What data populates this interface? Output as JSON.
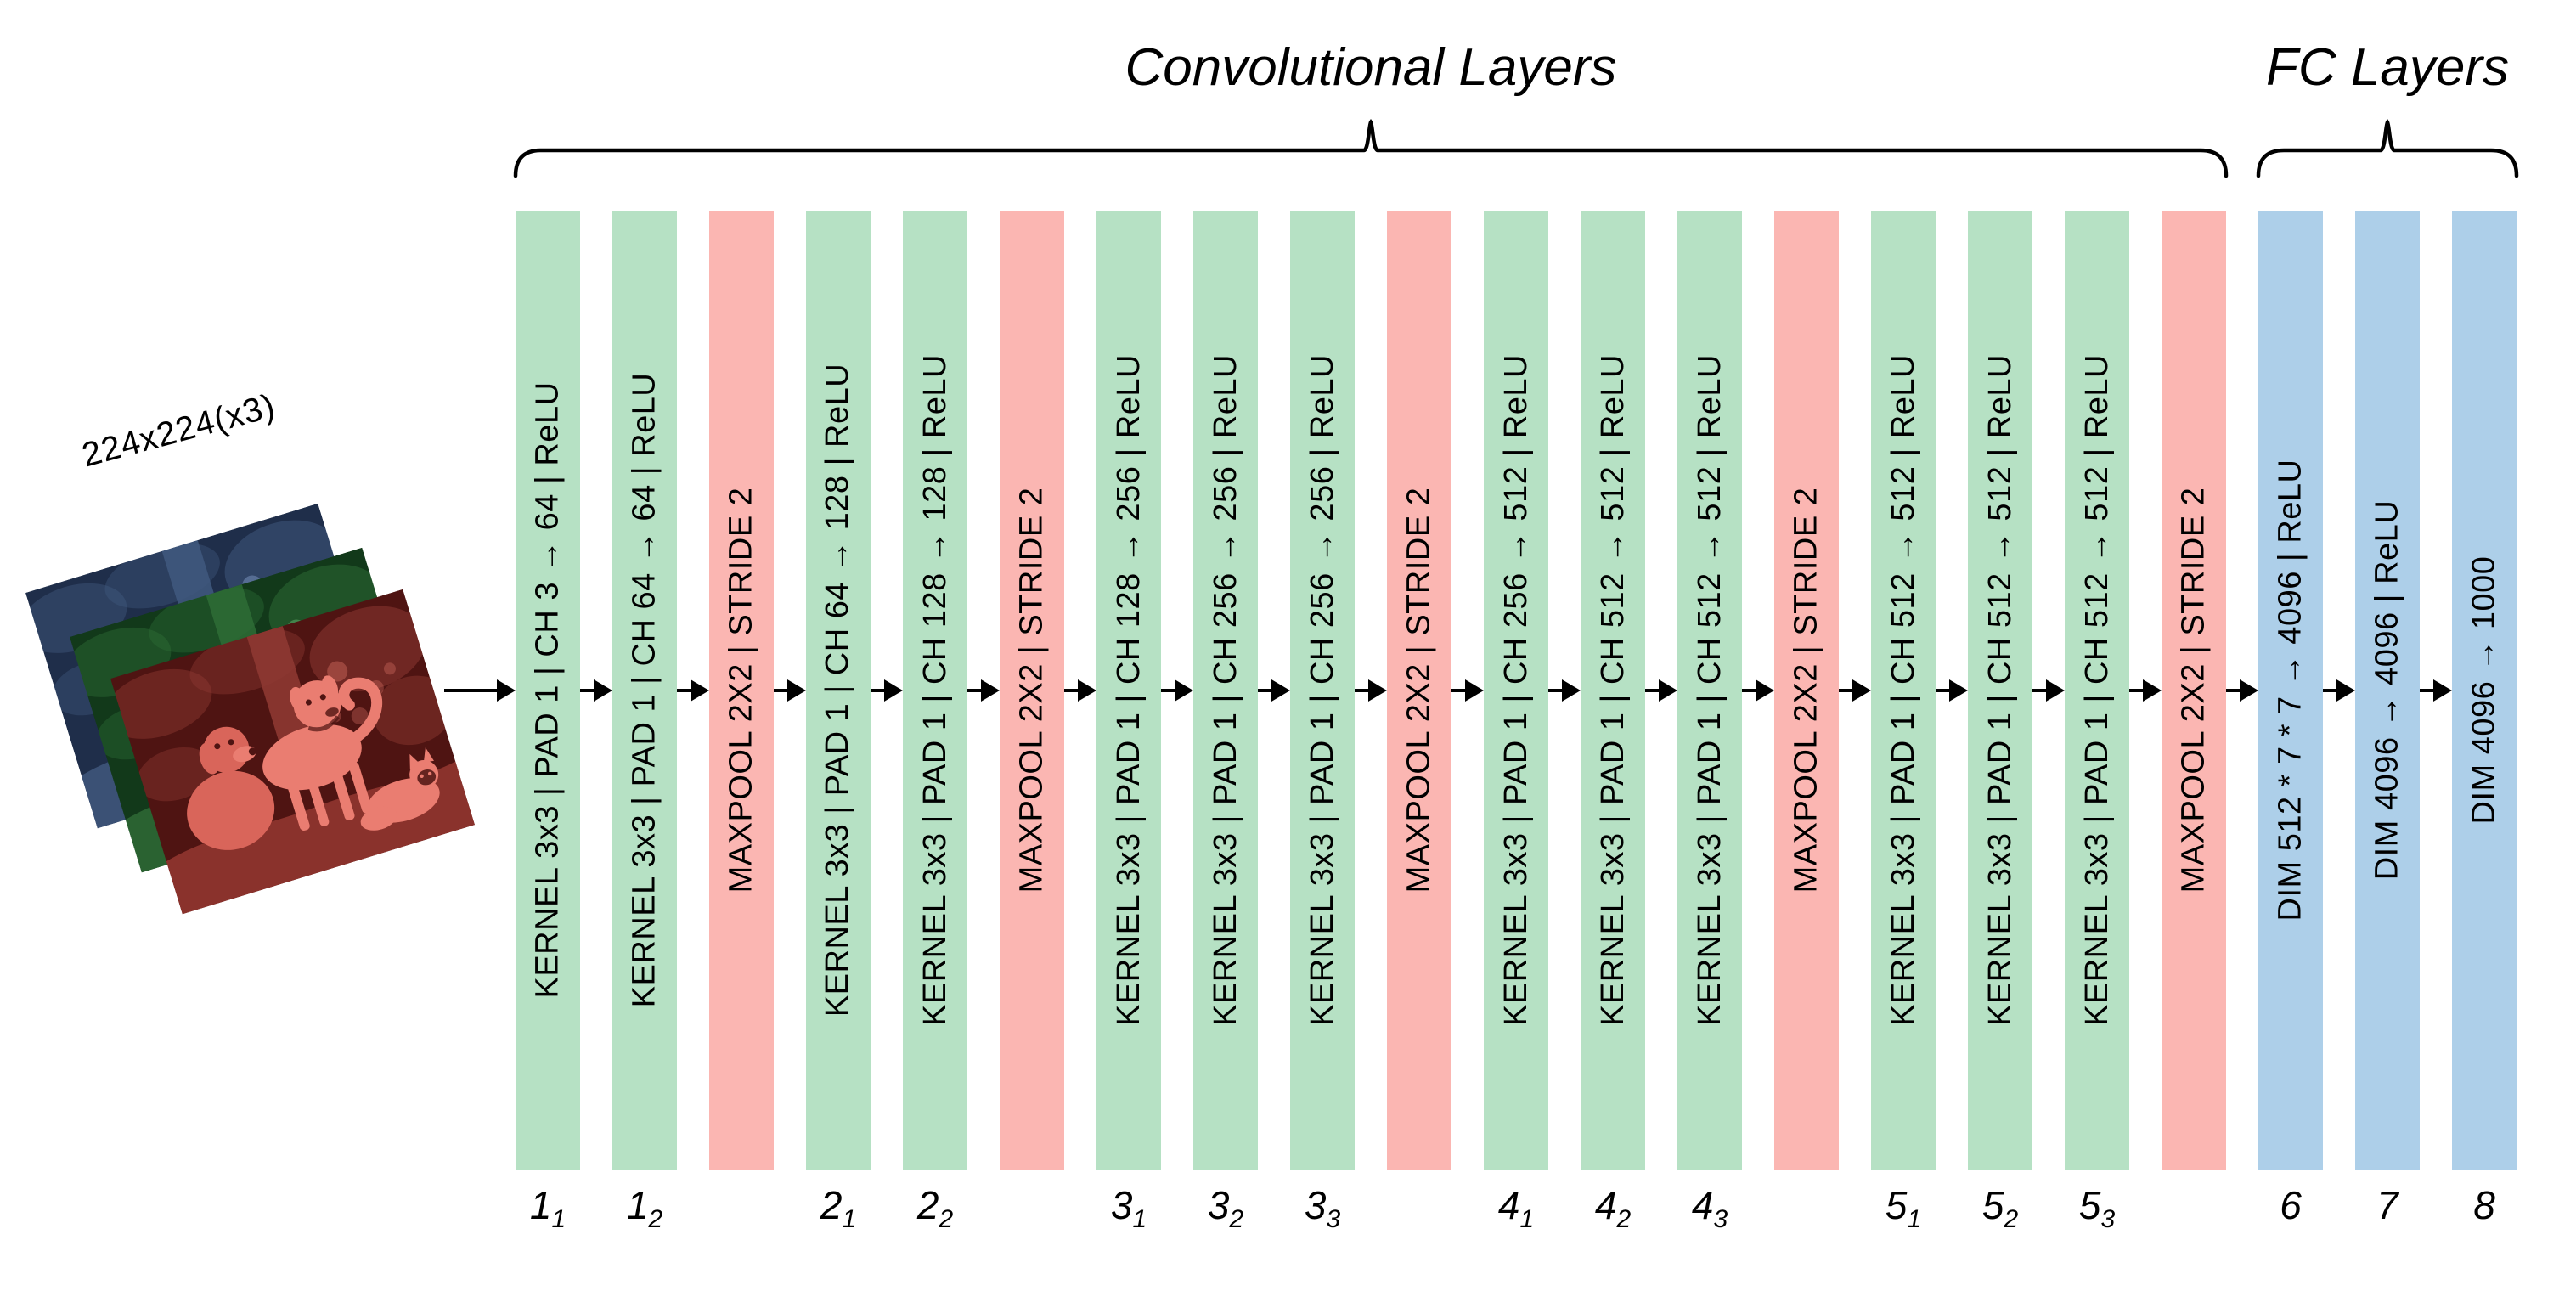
{
  "diagram": {
    "conv_section_title": "Convolutional Layers",
    "fc_section_title": "FC Layers",
    "input_label": "224x224(x3)",
    "input_channels": [
      "blue",
      "green",
      "red"
    ]
  },
  "colors": {
    "conv_layer": "#b6e1c4",
    "pool_layer": "#fbb6b2",
    "fc_layer": "#adcfe9",
    "text": "#000000",
    "background": "#ffffff"
  },
  "layers": [
    {
      "type": "conv",
      "label": "KERNEL 3x3 | PAD 1 | CH 3 → 64 | ReLU",
      "num": "1",
      "sub": "1"
    },
    {
      "type": "conv",
      "label": "KERNEL 3x3 | PAD 1 | CH 64 → 64 | ReLU",
      "num": "1",
      "sub": "2"
    },
    {
      "type": "pool",
      "label": "MAXPOOL 2X2 | STRIDE 2",
      "num": "",
      "sub": ""
    },
    {
      "type": "conv",
      "label": "KERNEL 3x3 | PAD 1 | CH 64 → 128 | ReLU",
      "num": "2",
      "sub": "1"
    },
    {
      "type": "conv",
      "label": "KERNEL 3x3 | PAD 1 | CH 128 → 128 | ReLU",
      "num": "2",
      "sub": "2"
    },
    {
      "type": "pool",
      "label": "MAXPOOL 2X2 | STRIDE 2",
      "num": "",
      "sub": ""
    },
    {
      "type": "conv",
      "label": "KERNEL 3x3 | PAD 1 | CH 128 → 256 | ReLU",
      "num": "3",
      "sub": "1"
    },
    {
      "type": "conv",
      "label": "KERNEL 3x3 | PAD 1 | CH 256 → 256 | ReLU",
      "num": "3",
      "sub": "2"
    },
    {
      "type": "conv",
      "label": "KERNEL 3x3 | PAD 1 | CH 256 → 256 | ReLU",
      "num": "3",
      "sub": "3"
    },
    {
      "type": "pool",
      "label": "MAXPOOL 2X2 | STRIDE 2",
      "num": "",
      "sub": ""
    },
    {
      "type": "conv",
      "label": "KERNEL 3x3 | PAD 1 | CH 256 → 512 | ReLU",
      "num": "4",
      "sub": "1"
    },
    {
      "type": "conv",
      "label": "KERNEL 3x3 | PAD 1 | CH 512 → 512 | ReLU",
      "num": "4",
      "sub": "2"
    },
    {
      "type": "conv",
      "label": "KERNEL 3x3 | PAD 1 | CH 512 → 512 | ReLU",
      "num": "4",
      "sub": "3"
    },
    {
      "type": "pool",
      "label": "MAXPOOL 2X2 | STRIDE 2",
      "num": "",
      "sub": ""
    },
    {
      "type": "conv",
      "label": "KERNEL 3x3 | PAD 1 | CH 512 → 512 | ReLU",
      "num": "5",
      "sub": "1"
    },
    {
      "type": "conv",
      "label": "KERNEL 3x3 | PAD 1 | CH 512 → 512 | ReLU",
      "num": "5",
      "sub": "2"
    },
    {
      "type": "conv",
      "label": "KERNEL 3x3 | PAD 1 | CH 512 → 512 | ReLU",
      "num": "5",
      "sub": "3"
    },
    {
      "type": "pool",
      "label": "MAXPOOL 2X2 | STRIDE 2",
      "num": "",
      "sub": ""
    },
    {
      "type": "fc",
      "label": "DIM 512 * 7 * 7 → 4096 | ReLU",
      "num": "6",
      "sub": ""
    },
    {
      "type": "fc",
      "label": "DIM 4096 → 4096 | ReLU",
      "num": "7",
      "sub": ""
    },
    {
      "type": "fc",
      "label": "DIM 4096 → 1000",
      "num": "8",
      "sub": ""
    }
  ]
}
